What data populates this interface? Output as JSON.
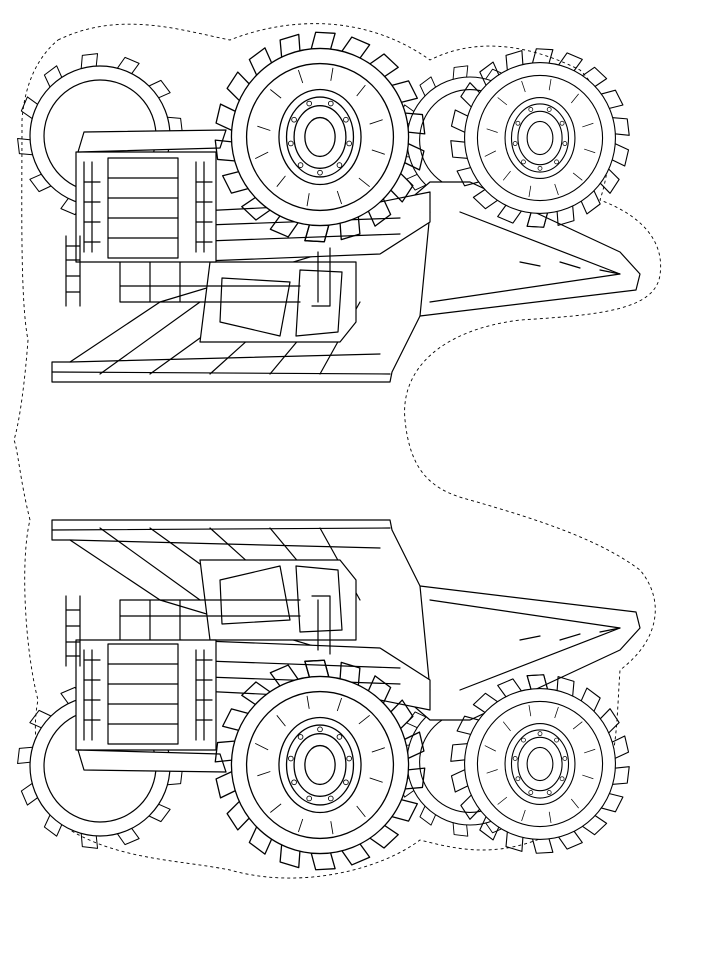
{
  "page": {
    "background": "#ffffff",
    "line_color": "#000000"
  },
  "artwork": {
    "subject": "haul-truck-coloring-page",
    "cut_line": "dashed-outline",
    "copies": [
      "truck-top-mirrored",
      "truck-bottom"
    ]
  }
}
